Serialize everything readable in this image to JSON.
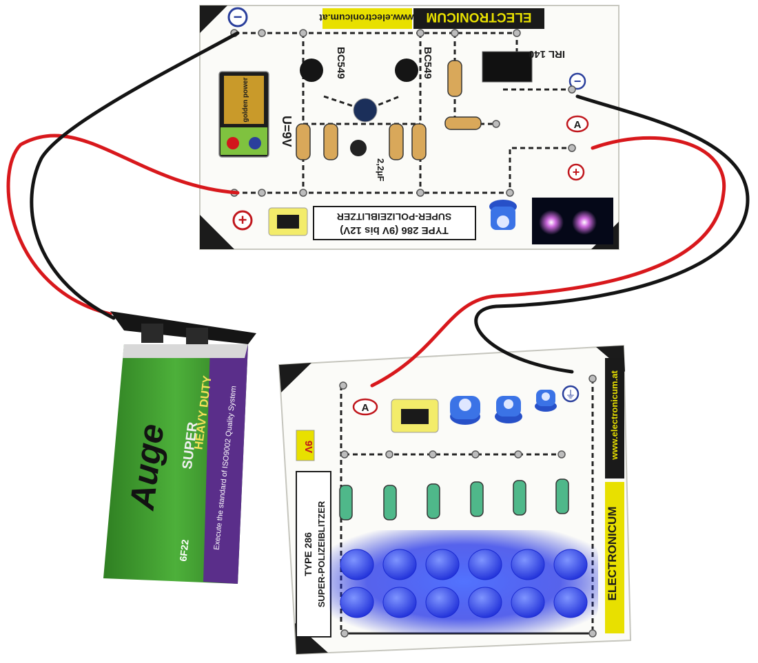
{
  "board_top": {
    "brand": "ELECTRONICUM",
    "url": "www.electronicum.at",
    "type_line": "TYPE 286 (9V bis 12V)",
    "name": "SUPER-POLIZEIBLITZER",
    "transistor_1": "BC549",
    "transistor_2": "BC549",
    "mosfet": "IRL 140",
    "voltage": "U=9V",
    "capacitor": "2,2µF",
    "terminal_a": "A",
    "minus": "−",
    "plus": "+",
    "battery_brand_small": "golden power"
  },
  "board_bottom": {
    "brand": "ELECTRONICUM",
    "url": "www.electronicum.at",
    "type_line": "TYPE 286",
    "name": "SUPER-POLIZEIBLITZER",
    "voltage": "9V",
    "terminal_a": "A",
    "ground_symbol": "⏚",
    "led_rows": 2,
    "led_columns": 6
  },
  "battery": {
    "brand": "Auge",
    "series": "SUPER",
    "duty": "HEAVY DUTY",
    "standard": "Execute the standard of ISO9002 Quality System",
    "model": "6F22"
  },
  "colors": {
    "wire_red": "#d8181c",
    "wire_black": "#141414",
    "battery_green": "#3f9a2c",
    "battery_purple": "#5a2e8a",
    "led_blue": "#1f33e0",
    "brand_yellow": "#e8e000"
  }
}
